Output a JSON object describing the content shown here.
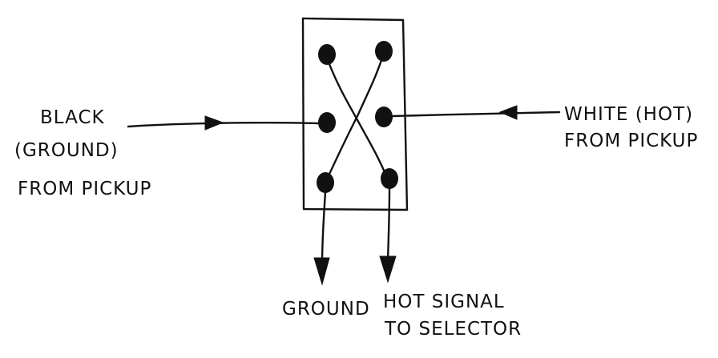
{
  "labels": {
    "black_line1": "BLACK",
    "black_line2": "(GROUND)",
    "black_line3": "FROM PICKUP",
    "white_line1": "WHITE (HOT)",
    "white_line2": "FROM PICKUP",
    "ground_out": "GROUND",
    "hot_line1": "HOT SIGNAL",
    "hot_line2": "TO SELECTOR"
  },
  "colors": {
    "ink": "#111111",
    "paper": "#ffffff"
  }
}
